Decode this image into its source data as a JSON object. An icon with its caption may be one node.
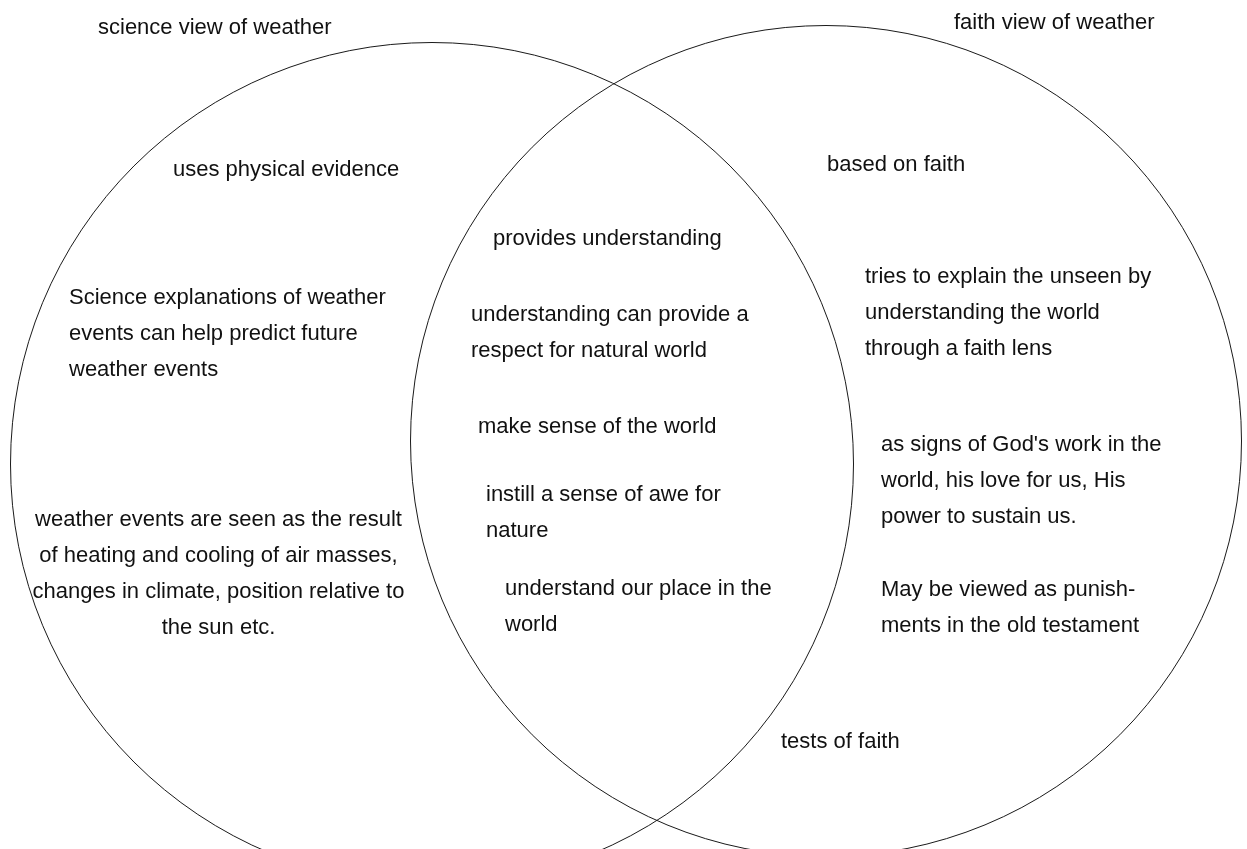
{
  "diagram": {
    "nodes": [
      {
        "text": [
          "science view of weather",
          "uses physical evidence",
          "Science explanations of weather events can help predict future weather events",
          "weather events are seen as the result of heating and cooling of air masses, changes in climate, position relative to the sun etc."
        ]
      },
      {
        "text": [
          "faith view of weather",
          "based on faith",
          "tries to explain the unseen by understanding the world through a faith lens",
          "as signs of God's work in the world, his love for us, His power to sustain us.",
          "May be viewed as punish-ments in the old testament",
          "tests of faith"
        ]
      }
    ],
    "labels": [
      "provides understanding",
      "understanding can provide a respect for natural world",
      "make sense of the world",
      "instill a sense of awe for nature",
      "understand our place in the world"
    ]
  }
}
